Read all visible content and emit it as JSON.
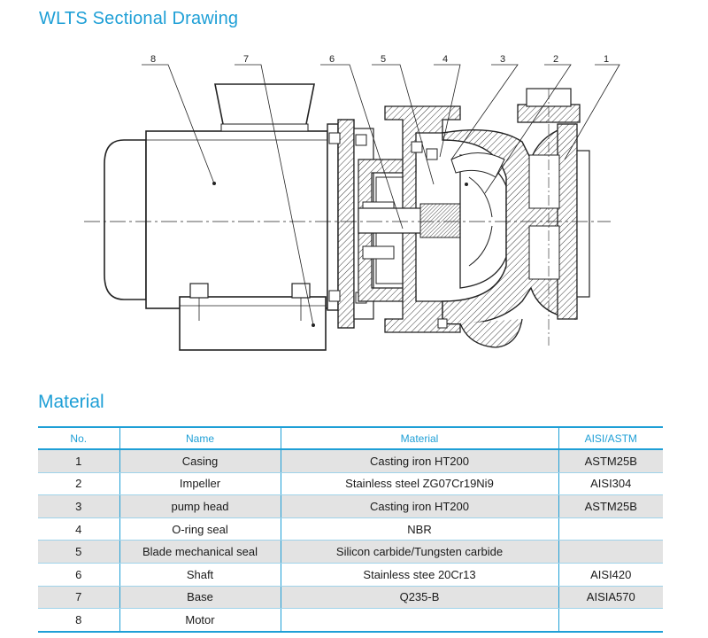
{
  "page": {
    "title": "WLTS Sectional Drawing",
    "section_title": "Material"
  },
  "drawing": {
    "callouts": [
      "8",
      "7",
      "6",
      "5",
      "4",
      "3",
      "2",
      "1"
    ]
  },
  "table": {
    "headers": {
      "no": "No.",
      "name": "Name",
      "material": "Material",
      "aisi": "AISI/ASTM"
    },
    "rows": [
      {
        "no": "1",
        "name": "Casing",
        "material": "Casting iron HT200",
        "aisi": "ASTM25B"
      },
      {
        "no": "2",
        "name": "Impeller",
        "material": "Stainless steel ZG07Cr19Ni9",
        "aisi": "AISI304"
      },
      {
        "no": "3",
        "name": "pump head",
        "material": "Casting iron HT200",
        "aisi": "ASTM25B"
      },
      {
        "no": "4",
        "name": "O-ring seal",
        "material": "NBR",
        "aisi": ""
      },
      {
        "no": "5",
        "name": "Blade mechanical seal",
        "material": "Silicon carbide/Tungsten carbide",
        "aisi": ""
      },
      {
        "no": "6",
        "name": "Shaft",
        "material": "Stainless stee 20Cr13",
        "aisi": "AISI420"
      },
      {
        "no": "7",
        "name": "Base",
        "material": "Q235-B",
        "aisi": "AISIA570"
      },
      {
        "no": "8",
        "name": "Motor",
        "material": "",
        "aisi": ""
      }
    ]
  }
}
